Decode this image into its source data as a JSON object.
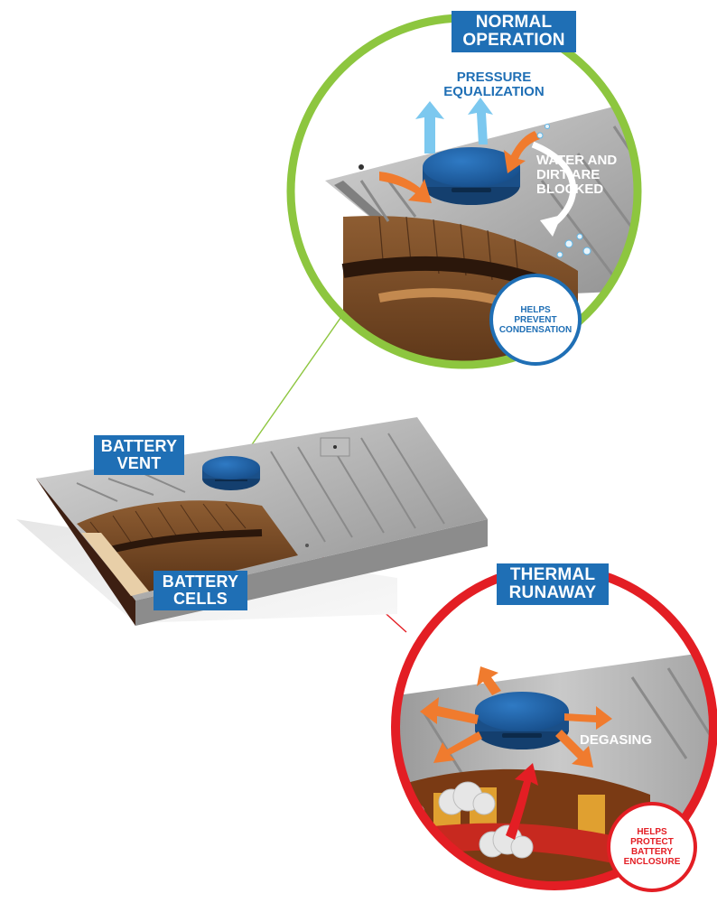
{
  "normal": {
    "title": [
      "NORMAL",
      "OPERATION"
    ],
    "pressure": [
      "PRESSURE",
      "EQUALIZATION"
    ],
    "water": [
      "WATER AND",
      "DIRT ARE",
      "BLOCKED"
    ],
    "badge": [
      "HELPS",
      "PREVENT",
      "CONDENSATION"
    ],
    "ring_color": "#8dc63f"
  },
  "battery": {
    "vent": [
      "BATTERY",
      "VENT"
    ],
    "cells": [
      "BATTERY",
      "CELLS"
    ]
  },
  "thermal": {
    "title": [
      "THERMAL",
      "RUNAWAY"
    ],
    "degasing": "DEGASING",
    "badge": [
      "HELPS",
      "PROTECT",
      "BATTERY",
      "ENCLOSURE"
    ],
    "ring_color": "#e31e24"
  },
  "colors": {
    "label_blue": "#1f6fb5",
    "vent_blue": "#1d5fa8",
    "arrow_orange": "#f07b2e",
    "arrow_lightblue": "#7cc8ef",
    "panel_grey": "#b9b9b9"
  }
}
